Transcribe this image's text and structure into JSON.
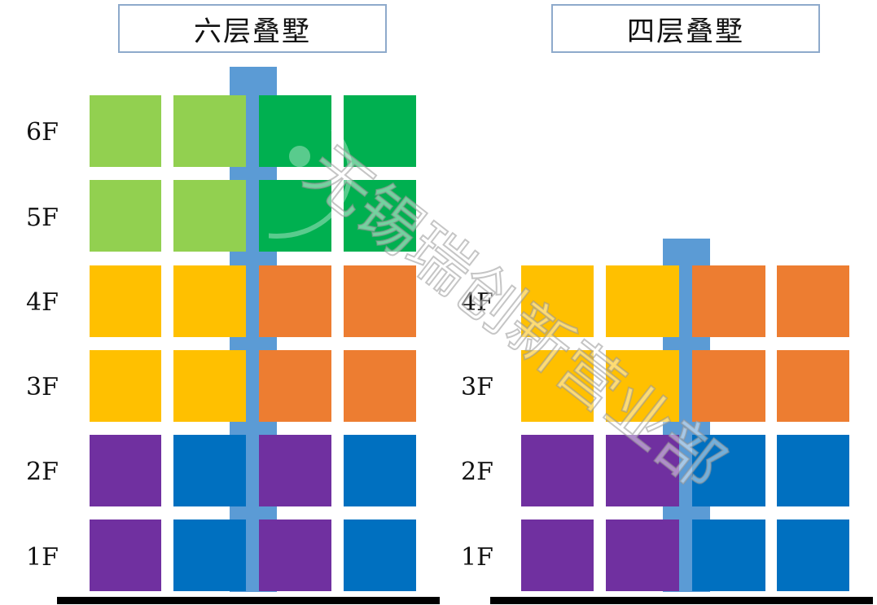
{
  "left_building": {
    "title": "六层叠墅",
    "floors": [
      "6F",
      "5F",
      "4F",
      "3F",
      "2F",
      "1F"
    ]
  },
  "right_building": {
    "title": "四层叠墅",
    "floors": [
      "4F",
      "3F",
      "2F",
      "1F"
    ]
  },
  "colors": {
    "light_green": "#92d050",
    "dark_green": "#00b050",
    "yellow": "#ffc000",
    "orange": "#ed7d31",
    "purple": "#7030a0",
    "blue": "#0070c0",
    "stair_shaft": "#5b9bd5",
    "ground": "#000000"
  },
  "watermark": {
    "text": "无锡瑞创新营业部",
    "icon": "wechat-icon"
  }
}
